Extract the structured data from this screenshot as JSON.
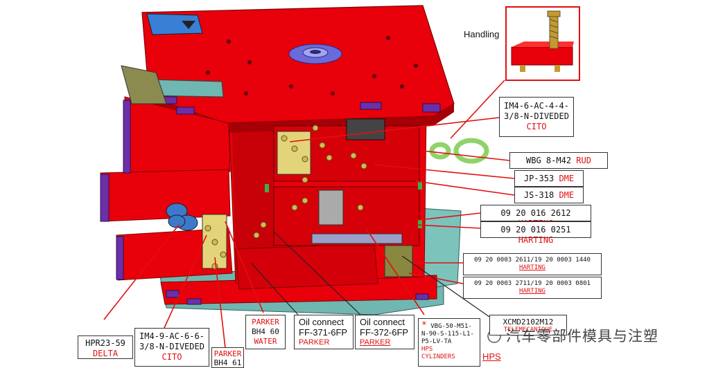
{
  "handling": {
    "label": "Handling"
  },
  "callouts": {
    "cito1": {
      "line1": "IM4-6-AC-4-4-",
      "line2": "3/8-N-DIVEDED",
      "brand": "CITO"
    },
    "rud": {
      "part": "WBG 8-M42",
      "brand": "RUD"
    },
    "dme1": {
      "part": "JP-353",
      "brand": "DME"
    },
    "dme2": {
      "part": "JS-318",
      "brand": "DME"
    },
    "harting1": {
      "part": "09 20 016 2612",
      "brand": "HARTING"
    },
    "harting2": {
      "part": "09 20 016 0251",
      "brand": "HARTING"
    },
    "harting3": {
      "part": "09 20 0003 2611/19 20 0003 1440",
      "brand": "HARTING"
    },
    "harting4": {
      "part": "09 20 0003 2711/19 20 0003 0801",
      "brand": "HARTING"
    },
    "telemecanique": {
      "part": "XCMD2102M12",
      "brand": "TELEMECANIQUE"
    },
    "delta": {
      "part": "HPR23-59",
      "brand": "DELTA"
    },
    "cito2": {
      "line1": "IM4-9-AC-6-6-",
      "line2": "3/8-N-DIVEDED",
      "brand": "CITO"
    },
    "parker_bh461": {
      "brand": "PARKER",
      "part": "BH4 61"
    },
    "parker_bh460": {
      "brand": "PARKER",
      "part": "BH4 60",
      "note": "WATER"
    },
    "oil1": {
      "title": "Oil connect",
      "part": "FF-371-6FP",
      "brand": "PARKER"
    },
    "oil2": {
      "title": "Oil connect",
      "part": "FF-372-6FP",
      "brand": "PARKER"
    },
    "hps_cyl": {
      "star": "*",
      "l1": "VBG-50-M51-",
      "l2": "N-90-S-115-L1-",
      "l3": "P5-LV-TA",
      "brand": "HPS",
      "note": "CYLINDERS"
    },
    "hps": {
      "brand": "HPS"
    }
  },
  "watermark": {
    "text": "汽车零部件模具与注塑"
  },
  "colors": {
    "mold_red": "#e8000a",
    "mold_dark_red": "#a50006",
    "plate_purple": "#6b2fa8",
    "callout_red": "#e01010",
    "base_teal": "#6fb7b0",
    "ring_green": "#8fd36a"
  }
}
